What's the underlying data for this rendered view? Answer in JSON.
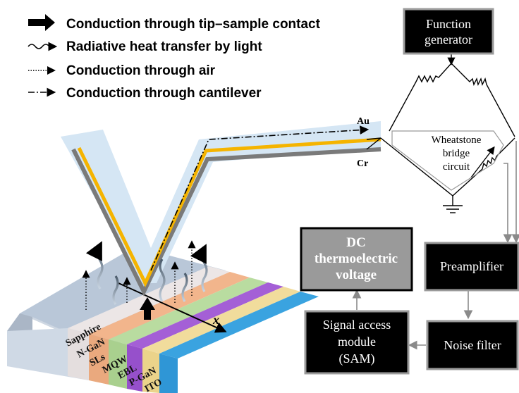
{
  "legend": {
    "items": [
      {
        "label": "Conduction through tip–sample contact",
        "icon": "thick-arrow-icon"
      },
      {
        "label": "Radiative heat transfer by light",
        "icon": "wavy-arrow-icon"
      },
      {
        "label": "Conduction through air",
        "icon": "dotted-arrow-icon"
      },
      {
        "label": "Conduction through cantilever",
        "icon": "dash-dot-arrow-icon"
      }
    ]
  },
  "boxes": {
    "function_generator": [
      "Function",
      "generator"
    ],
    "dc_voltage": [
      "DC",
      "thermoelectric",
      "voltage"
    ],
    "preamplifier": "Preamplifier",
    "signal_access": [
      "Signal access",
      "module",
      "(SAM)"
    ],
    "noise_filter": "Noise filter"
  },
  "bridge": [
    "Wheatstone",
    "bridge",
    "circuit"
  ],
  "metals": {
    "au": "Au",
    "cr": "Cr"
  },
  "axis_label": "x",
  "layers": [
    "Sapphire",
    "N-GaN",
    "SLs",
    "MQW",
    "EBL",
    "P-GaN",
    "ITO"
  ],
  "colors": {
    "box_dark": "#000000",
    "box_grey": "#9a9a9a",
    "gold": "#f5b400",
    "cantilever_fill": "#d5e6f4",
    "layer_sapphire": "#b9c7d8",
    "layer_ngan": "#ece6e6",
    "layer_sls": "#f2b58c",
    "layer_mqw": "#b9dca0",
    "layer_ebl": "#a45fd6",
    "layer_pgan": "#f1dc9c",
    "layer_ito": "#3aa3e0"
  }
}
